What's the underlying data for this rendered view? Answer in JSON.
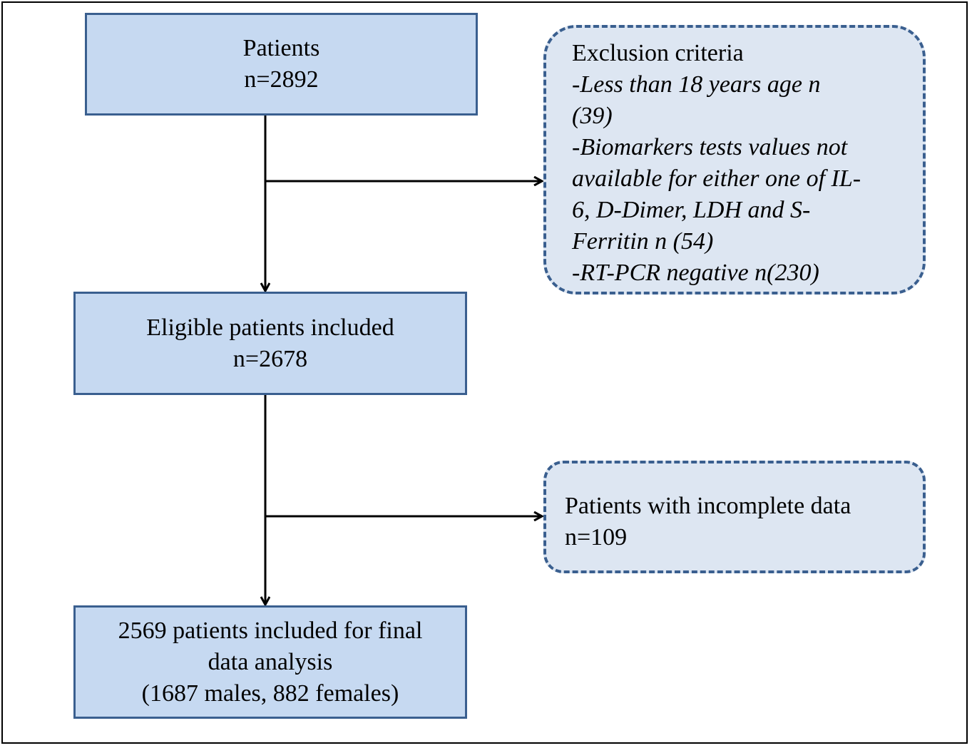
{
  "boxes": {
    "patients": {
      "title": "Patients",
      "count": "n=2892"
    },
    "eligible": {
      "title": "Eligible patients included",
      "count": "n=2678"
    },
    "final": {
      "line1": "2569 patients included for final",
      "line2": "data analysis",
      "line3": "(1687 males, 882 females)"
    }
  },
  "exclusion": {
    "title": "Exclusion criteria",
    "lines": [
      "-Less than 18 years age   n",
      "(39)",
      "-Biomarkers tests values not",
      "available for either  one of IL-",
      "6,  D-Dimer, LDH and S-",
      "Ferritin   n (54)",
      "-RT-PCR negative n(230)"
    ]
  },
  "incomplete": {
    "title": "Patients with incomplete data",
    "count": "n=109"
  },
  "colors": {
    "box_fill": "#c6d9f1",
    "box_border": "#3a5f8f",
    "dashed_fill": "#dde6f2",
    "arrow": "#000000"
  }
}
